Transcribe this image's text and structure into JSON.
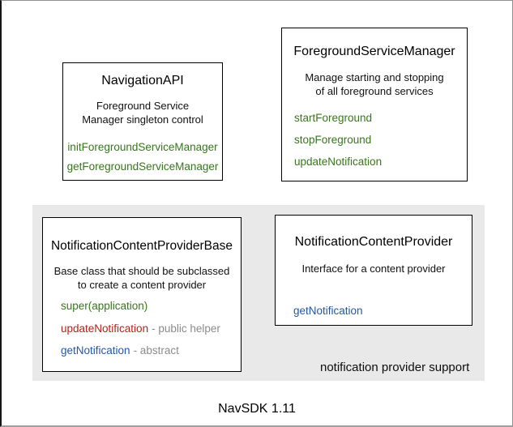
{
  "palette": {
    "method_green": "#38761d",
    "method_red": "#b3231a",
    "method_blue": "#2257a5",
    "suffix_gray": "#8b8b8b",
    "region_bg": "#e9e9e9"
  },
  "boxes": {
    "navigation_api": {
      "title": "NavigationAPI",
      "description": [
        "Foreground Service",
        "Manager singleton control"
      ],
      "methods": [
        {
          "name": "initForegroundServiceManager",
          "color": "green",
          "suffix": ""
        },
        {
          "name": "getForegroundServiceManager",
          "color": "green",
          "suffix": ""
        }
      ]
    },
    "foreground_service_manager": {
      "title": "ForegroundServiceManager",
      "description": [
        "Manage starting and stopping",
        "of all foreground services"
      ],
      "methods": [
        {
          "name": "startForeground",
          "color": "green",
          "suffix": ""
        },
        {
          "name": "stopForeground",
          "color": "green",
          "suffix": ""
        },
        {
          "name": "updateNotification",
          "color": "green",
          "suffix": ""
        }
      ]
    },
    "notification_content_provider_base": {
      "title": "NotificationContentProviderBase",
      "description": [
        "Base class that should be subclassed",
        "to create a content provider"
      ],
      "methods": [
        {
          "name": "super(application)",
          "color": "green",
          "suffix": ""
        },
        {
          "name": "updateNotification",
          "color": "red",
          "suffix": "- public helper"
        },
        {
          "name": "getNotification",
          "color": "blue",
          "suffix": "- abstract"
        }
      ]
    },
    "notification_content_provider": {
      "title": "NotificationContentProvider",
      "description": [
        "Interface for a content provider"
      ],
      "methods": [
        {
          "name": "getNotification",
          "color": "blue",
          "suffix": ""
        }
      ]
    }
  },
  "region": {
    "label": "notification provider support"
  },
  "footer": {
    "label": "NavSDK 1.11"
  }
}
